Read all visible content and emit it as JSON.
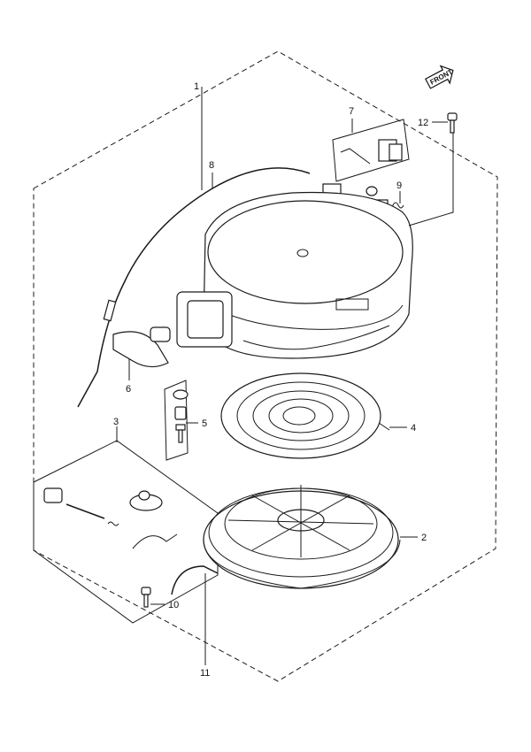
{
  "direction_badge": "FRONT",
  "callouts": {
    "c1": "1",
    "c2": "2",
    "c3": "3",
    "c4": "4",
    "c5": "5",
    "c6": "6",
    "c7": "7",
    "c8": "8",
    "c9": "9",
    "c10": "10",
    "c11": "11",
    "c12": "12"
  }
}
